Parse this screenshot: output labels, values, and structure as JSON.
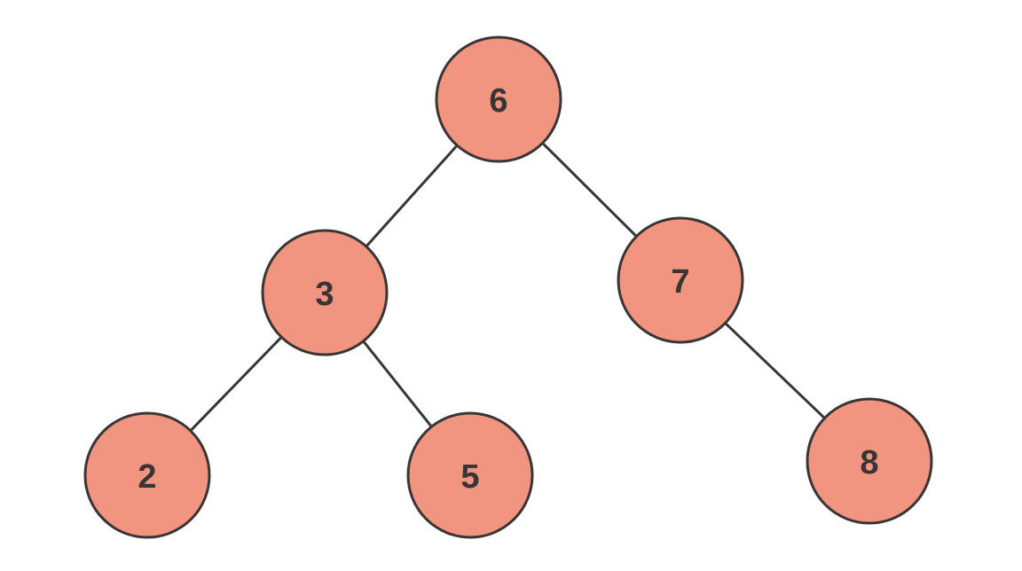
{
  "tree": {
    "node_fill": "#f29580",
    "node_stroke": "#3a3535",
    "edge_color": "#3a3535",
    "nodes": [
      {
        "id": "n6",
        "label": "6"
      },
      {
        "id": "n3",
        "label": "3"
      },
      {
        "id": "n7",
        "label": "7"
      },
      {
        "id": "n2",
        "label": "2"
      },
      {
        "id": "n5",
        "label": "5"
      },
      {
        "id": "n8",
        "label": "8"
      }
    ],
    "edges": [
      {
        "from": "n6",
        "to": "n3"
      },
      {
        "from": "n6",
        "to": "n7"
      },
      {
        "from": "n3",
        "to": "n2"
      },
      {
        "from": "n3",
        "to": "n5"
      },
      {
        "from": "n7",
        "to": "n8"
      }
    ]
  }
}
